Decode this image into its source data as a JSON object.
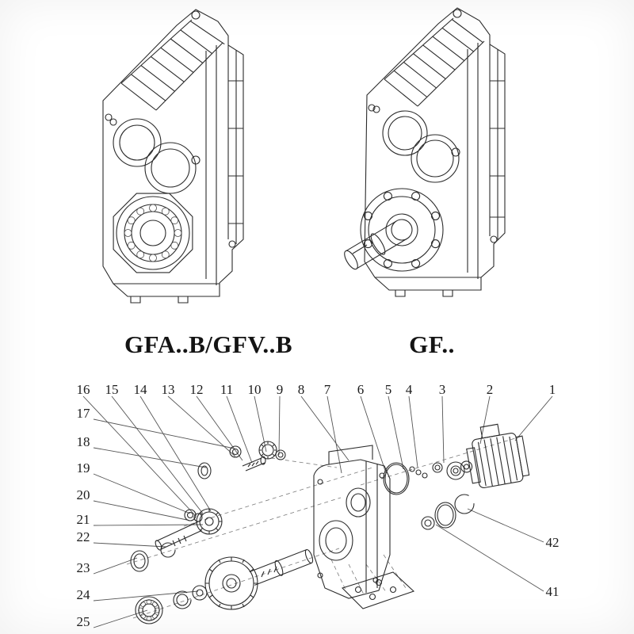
{
  "captions": {
    "left": "GFA..B/GFV..B",
    "right": "GF.."
  },
  "drawings": {
    "left_name": "helical-gear-reducer-shaft-mounted",
    "right_name": "helical-gear-reducer-flange-output"
  },
  "exploded": {
    "top_row_numbers": [
      "16",
      "15",
      "14",
      "13",
      "12",
      "11",
      "10",
      "9",
      "8",
      "7",
      "6",
      "5",
      "4",
      "3",
      "2",
      "1"
    ],
    "left_column_numbers": [
      "17",
      "18",
      "19",
      "20",
      "21",
      "22",
      "23",
      "24",
      "25"
    ],
    "right_column_numbers": [
      "42",
      "41"
    ]
  },
  "colors": {
    "ink": "#2b2b2b",
    "paper": "#ffffff"
  }
}
